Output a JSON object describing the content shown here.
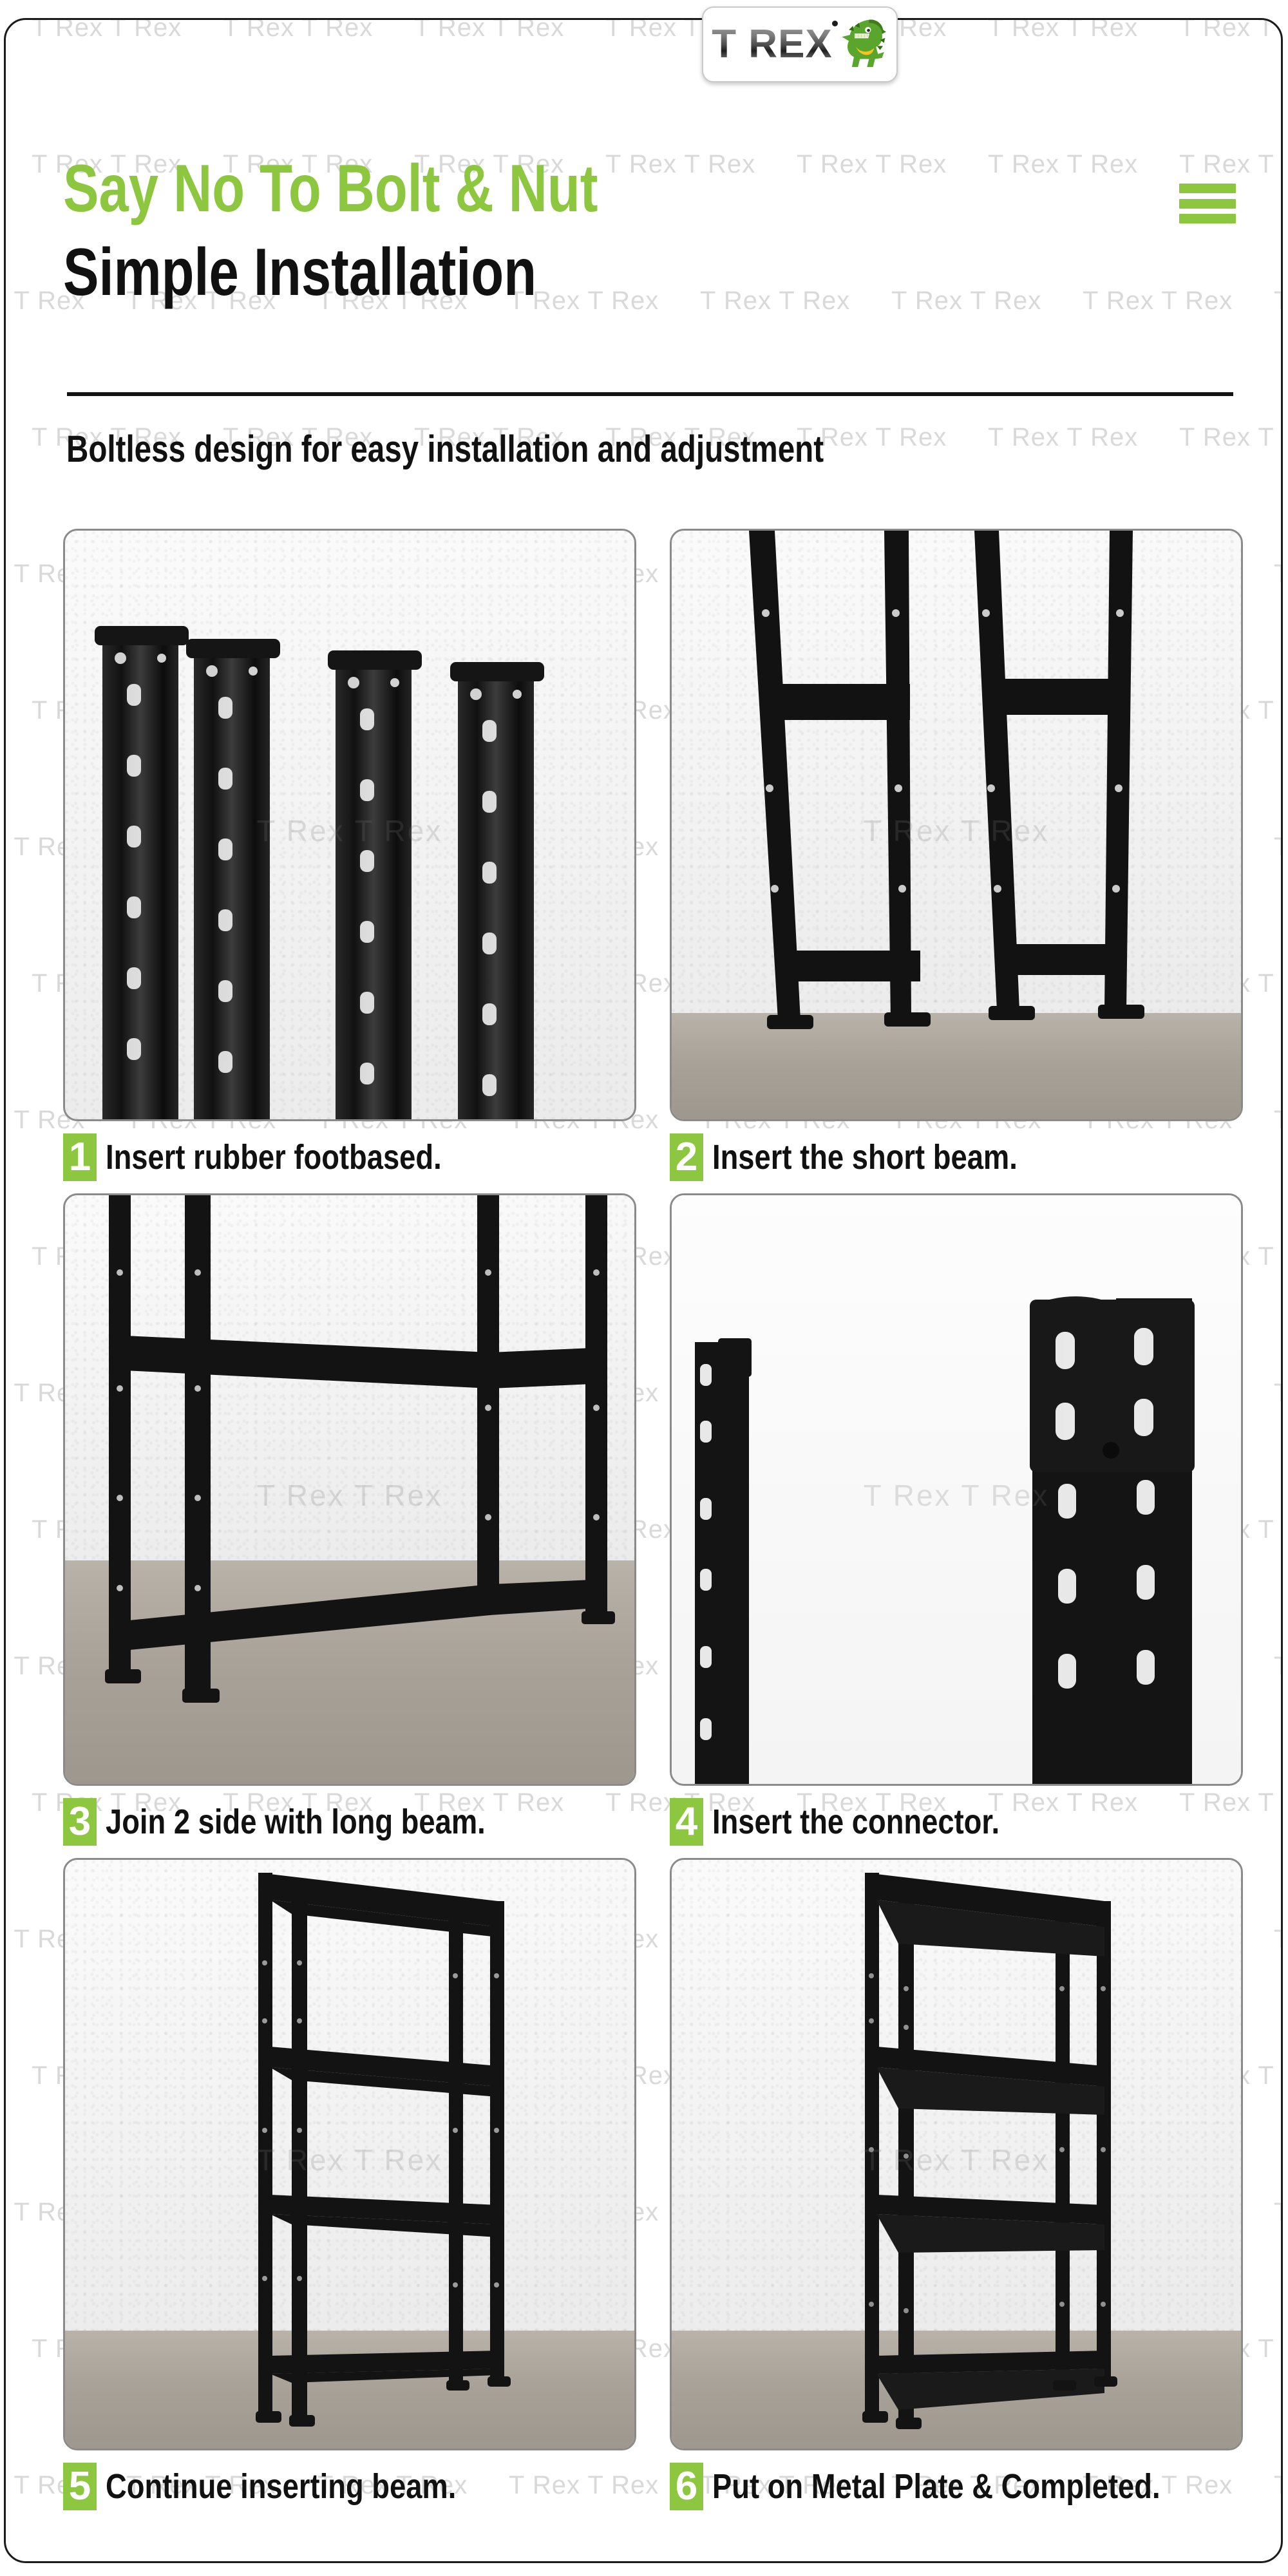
{
  "brand": {
    "logo_text": "T REX",
    "logo_icon": "dinosaur-icon",
    "accent_green": "#8dc63f",
    "text_black": "#111111"
  },
  "watermark": {
    "text": "T Rex T Rex"
  },
  "header": {
    "headline_green": "Say No To Bolt & Nut",
    "headline_black": "Simple Installation",
    "subtitle": "Boltless design for easy installation and adjustment",
    "menu_icon": "hamburger-menu-icon"
  },
  "steps": [
    {
      "number": "1",
      "caption": "Insert rubber footbased.",
      "photo_alt": "four-black-perforated-upright-posts-with-rubber-foot-caps-against-white-textured-wall"
    },
    {
      "number": "2",
      "caption": "Insert the short beam.",
      "photo_alt": "two-black-side-frames-with-short-beams-leaning-on-white-wall-on-concrete-floor"
    },
    {
      "number": "3",
      "caption": "Join 2 side with long beam.",
      "photo_alt": "rack-frame-joined-with-long-beams-lower-section-on-concrete-floor"
    },
    {
      "number": "4",
      "caption": "Insert the connector.",
      "photo_alt": "close-up-of-black-post-with-connector-inserted-on-white-background"
    },
    {
      "number": "5",
      "caption": "Continue inserting beam.",
      "photo_alt": "assembled-four-tier-black-boltless-rack-frame-without-metal-plates"
    },
    {
      "number": "6",
      "caption": "Put on Metal Plate & Completed.",
      "photo_alt": "completed-four-tier-black-boltless-rack-with-metal-shelf-plates"
    }
  ]
}
